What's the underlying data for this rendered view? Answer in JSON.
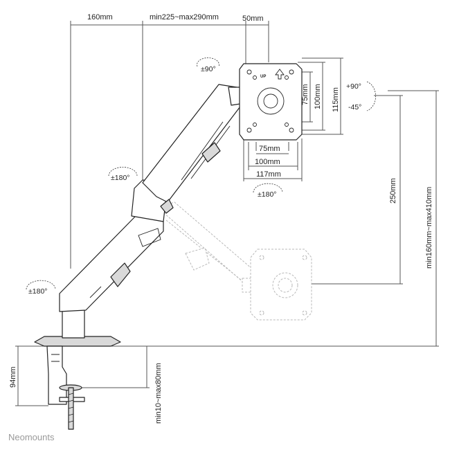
{
  "dimensions": {
    "base_offset": "160mm",
    "arm_extension": "min225~max290mm",
    "head_depth": "50mm",
    "vesa_75_horizontal": "75mm",
    "vesa_100_horizontal": "100mm",
    "plate_width": "117mm",
    "vesa_75_vertical": "75mm",
    "vesa_100_vertical": "100mm",
    "plate_height": "115mm",
    "height_adjust_range": "250mm",
    "total_height": "min160mm~max410mm",
    "clamp_height": "94mm",
    "desk_thickness": "min10~max80mm"
  },
  "rotations": {
    "tilt_up": "+90°",
    "tilt_down": "-45°",
    "swivel_head": "±90°",
    "rotate_plate": "±180°",
    "swivel_arm": "±180°",
    "swivel_base": "±180°"
  },
  "plate_marking": "UP",
  "brand": "Neomounts",
  "colors": {
    "line": "#222222",
    "ghost": "#b8b8b8",
    "text": "#222222",
    "brand": "#9a9a9a"
  }
}
